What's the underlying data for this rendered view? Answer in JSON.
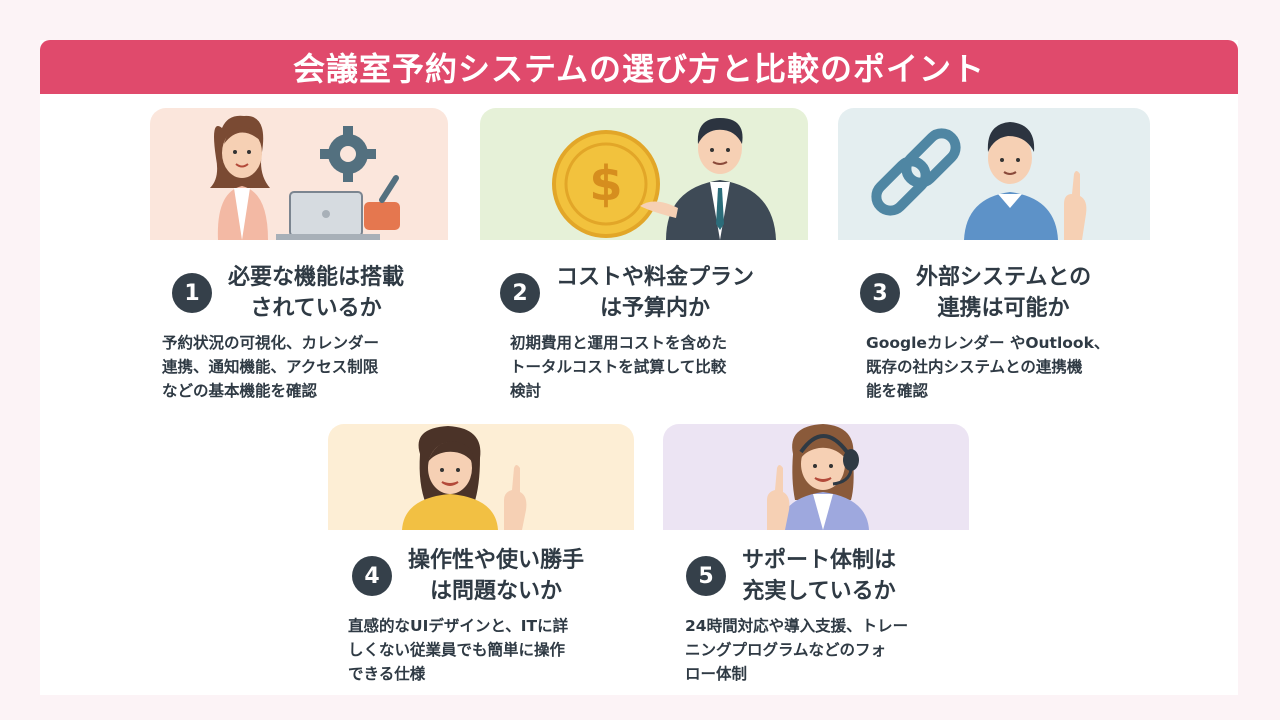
{
  "title": "会議室予約システムの選び方と比較のポイント",
  "colors": {
    "banner": "#e04a6c",
    "number_badge": "#35404a"
  },
  "points": [
    {
      "number": "1",
      "heading_lines": [
        "必要な機能は搭載",
        "されているか"
      ],
      "desc_lines": [
        "予約状況の可視化、カレンダー",
        "連携、通知機能、アクセス制限",
        "などの基本機能を確認"
      ],
      "illustration": "woman-laptop-gear-icon"
    },
    {
      "number": "2",
      "heading_lines": [
        "コストや料金プラン",
        "は予算内か"
      ],
      "desc_lines": [
        "初期費用と運用コストを含めた",
        "トータルコストを試算して比較",
        "検討"
      ],
      "illustration": "man-dollar-coin-icon"
    },
    {
      "number": "3",
      "heading_lines": [
        "外部システムとの",
        "連携は可能か"
      ],
      "desc_lines": [
        "Googleカレンダー やOutlook、",
        "既存の社内システムとの連携機",
        "能を確認"
      ],
      "illustration": "man-chain-link-icon"
    },
    {
      "number": "4",
      "heading_lines": [
        "操作性や使い勝手",
        "は問題ないか"
      ],
      "desc_lines": [
        "直感的なUIデザインと、ITに詳",
        "しくない従業員でも簡単に操作",
        "できる仕様"
      ],
      "illustration": "woman-pointing-icon"
    },
    {
      "number": "5",
      "heading_lines": [
        "サポート体制は",
        "充実しているか"
      ],
      "desc_lines": [
        "24時間対応や導入支援、トレー",
        "ニングプログラムなどのフォ",
        "ロー体制"
      ],
      "illustration": "woman-headset-icon"
    }
  ]
}
